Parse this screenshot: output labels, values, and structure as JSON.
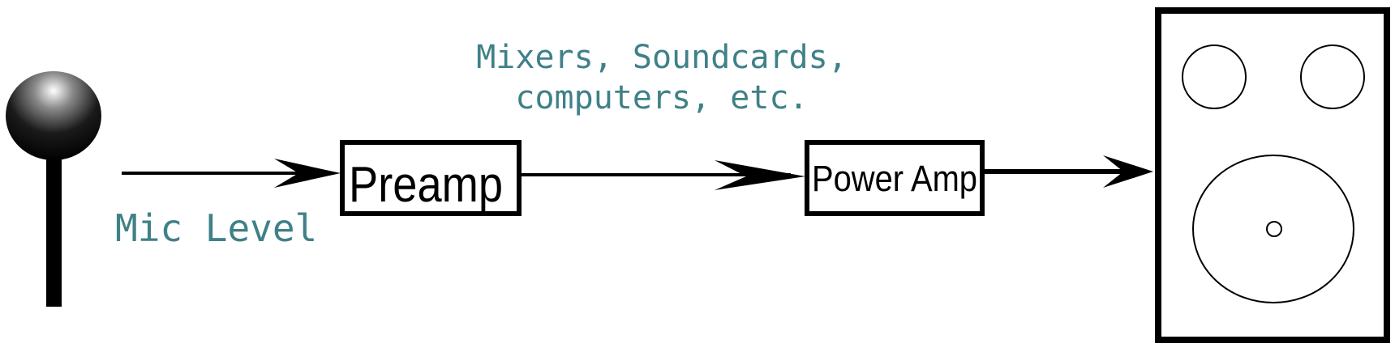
{
  "diagram": {
    "nodes": {
      "microphone": {
        "label": ""
      },
      "preamp": {
        "label": "Preamp"
      },
      "power_amp": {
        "label": "Power Amp"
      },
      "speaker": {
        "label": ""
      }
    },
    "labels": {
      "mic_level": "Mic Level",
      "line_level_line1": "Mixers, Soundcards,",
      "line_level_line2": "computers, etc."
    },
    "colors": {
      "annotation_text": "#3f8188",
      "stroke": "#000000"
    }
  }
}
